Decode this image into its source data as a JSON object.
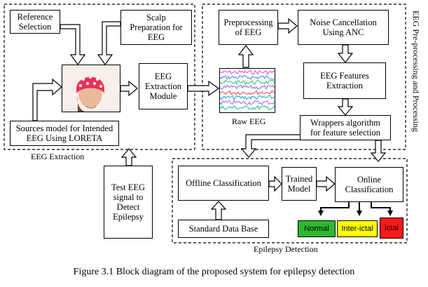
{
  "diagram": {
    "regions": {
      "eeg_extraction": "EEG Extraction",
      "preprocessing": "EEG Pre-processing and Processing",
      "detection": "Epilepsy Detection"
    },
    "boxes": {
      "reference_selection": "Reference\nSelection",
      "scalp_preparation": "Scalp\nPreparation for\nEEG",
      "sources_model": "Sources model for Intended\nEEG Using LORETA",
      "extraction_module": "EEG\nExtraction\nModule",
      "preprocessing_eeg": "Preprocessing\nof EEG",
      "noise_cancellation": "Noise Cancellation\nUsing ANC",
      "features_extraction": "EEG Features\nExtraction",
      "wrappers": "Wrappers algorithm\nfor feature selection",
      "test_eeg": "Test EEG\nsignal to\nDetect\nEpilepsy",
      "offline_classification": "Offline Classification",
      "trained_model": "Trained\nModel",
      "online_classification": "Online\nClassification",
      "standard_database": "Standard Data Base"
    },
    "raw_eeg_label": "Raw EEG",
    "outputs": [
      {
        "label": "Normal",
        "color": "#2eb82e"
      },
      {
        "label": "Inter-ictal",
        "color": "#ffff00"
      },
      {
        "label": "Ictal",
        "color": "#ff1a1a"
      }
    ]
  },
  "caption": "Figure 3.1 Block diagram of the proposed system for epilepsy detection",
  "colors": {
    "eeg_traces": [
      "#d946ef",
      "#3b82f6",
      "#22c55e",
      "#8b5cf6",
      "#ef4444",
      "#0ea5e9",
      "#a855f7",
      "#10b981"
    ],
    "cap": "#e8325b",
    "skin": "#e9b99a"
  }
}
